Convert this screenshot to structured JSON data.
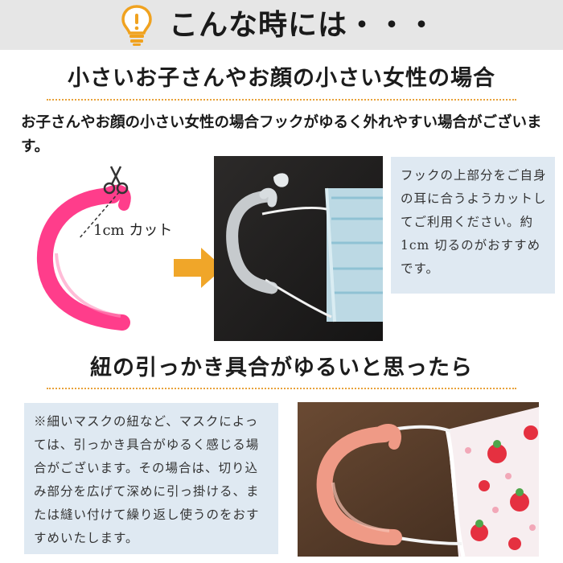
{
  "header": {
    "title": "こんな時には・・・",
    "icon": "lightbulb-icon",
    "bg_color": "#e6e6e6",
    "accent_color": "#f0a21f"
  },
  "section1": {
    "title": "小さいお子さんやお顔の小さい女性の場合",
    "description": "お子さんやお顔の小さい女性の場合フックがゆるく外れやすい場合がございます。",
    "cut_label": "1cm カット",
    "cut_icon": "scissors-icon",
    "arrow_icon": "arrow-right-icon",
    "note": "フックの上部分をご自身の耳に合うようカットしてご利用ください。約 1cm 切るのがおすすめです。"
  },
  "section2": {
    "title": "紐の引っかき具合がゆるいと思ったら",
    "note": "※細いマスクの紐など、マスクによっては、引っかき具合がゆるく感じる場合がございます。その場合は、切り込み部分を広げて深めに引っ掛ける、または縫い付けて繰り返し使うのをおすすめいたします。"
  },
  "colors": {
    "pink_hook": "#ff3d8b",
    "arrow": "#f0a629",
    "note_bg": "#dfe9f2",
    "rule": "#e8a23a"
  }
}
